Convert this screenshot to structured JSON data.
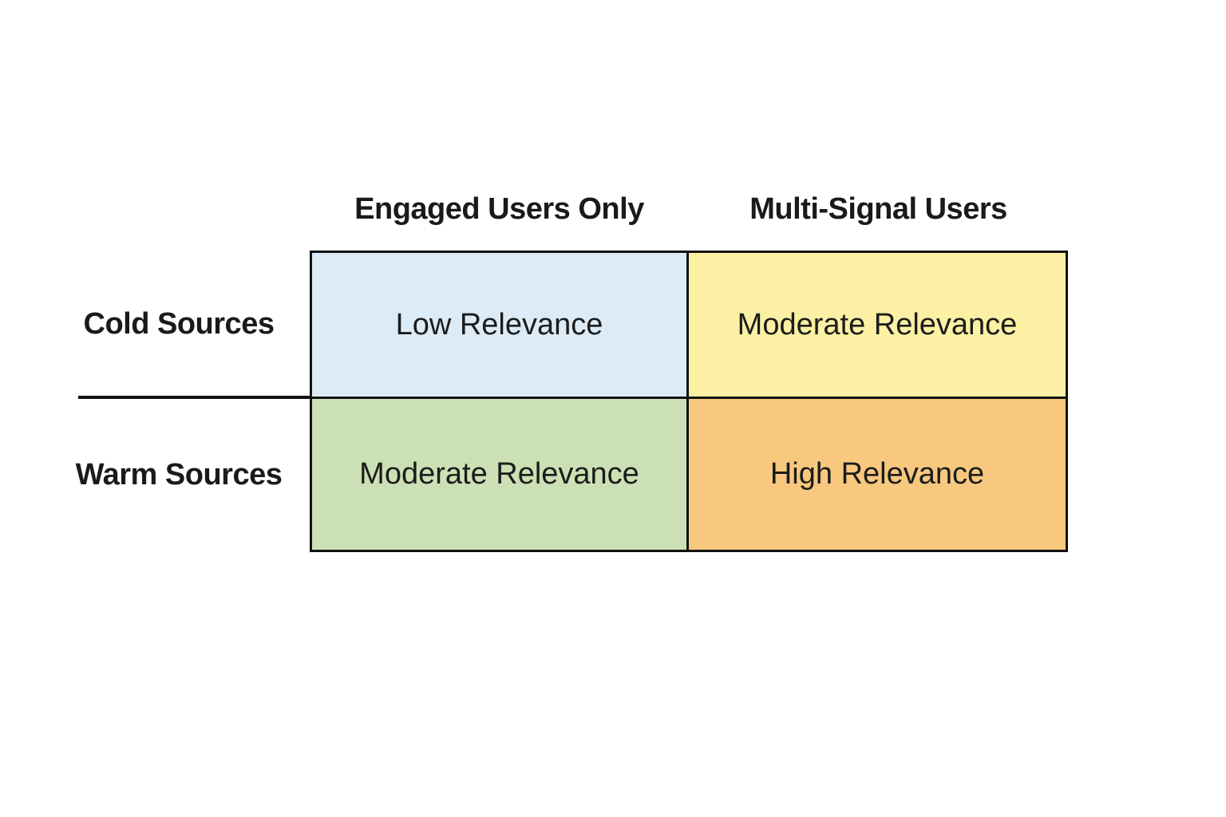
{
  "matrix": {
    "columns": [
      {
        "label": "Engaged Users Only"
      },
      {
        "label": "Multi-Signal Users"
      }
    ],
    "rows": [
      {
        "label": "Cold Sources"
      },
      {
        "label": "Warm Sources"
      }
    ],
    "cells": [
      {
        "row": "Cold Sources",
        "column": "Engaged Users Only",
        "label": "Low Relevance",
        "color": "#dcebf6"
      },
      {
        "row": "Cold Sources",
        "column": "Multi-Signal Users",
        "label": "Moderate Relevance",
        "color": "#fbf0a3"
      },
      {
        "row": "Warm Sources",
        "column": "Engaged Users Only",
        "label": "Moderate Relevance",
        "color": "#cbe0b4"
      },
      {
        "row": "Warm Sources",
        "column": "Multi-Signal Users",
        "label": "High Relevance",
        "color": "#f7c87e"
      }
    ],
    "border_color": "#111111",
    "text_color": "#1a1a1a",
    "background": "#ffffff"
  }
}
